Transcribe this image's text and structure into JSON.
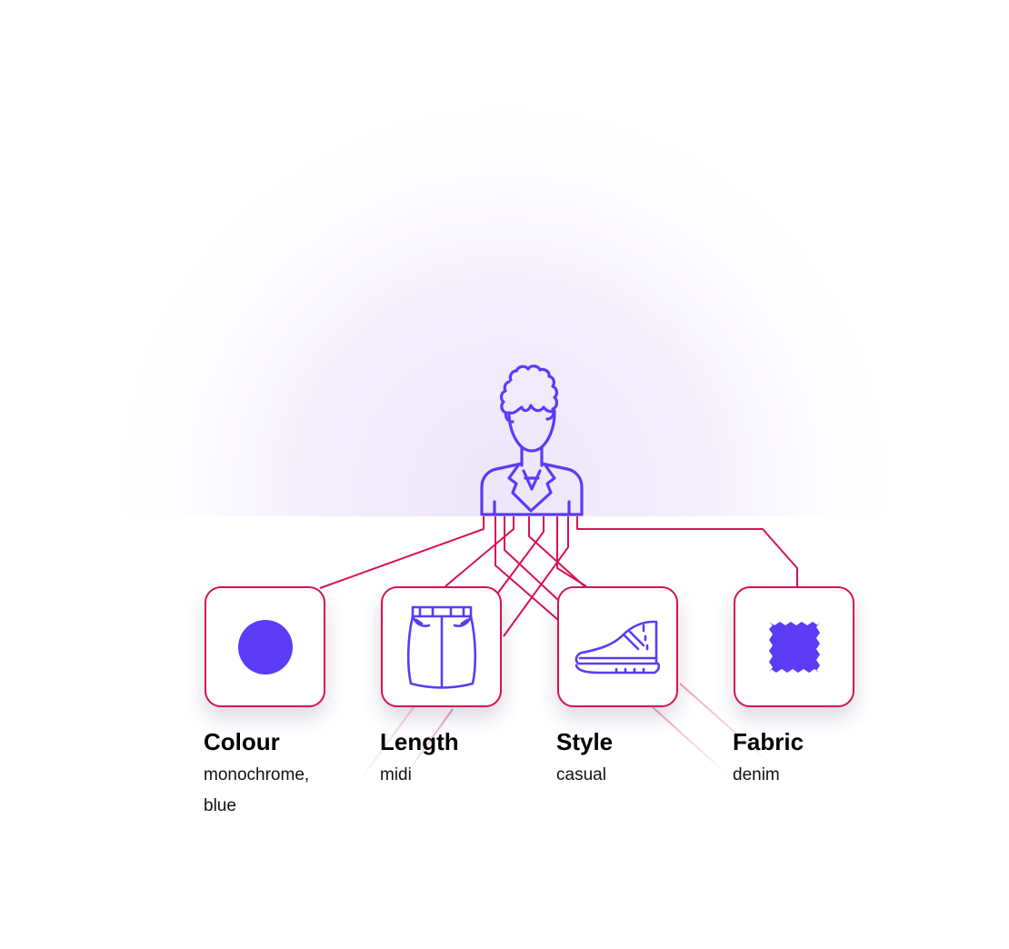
{
  "colors": {
    "accent": "#5b3bf5",
    "connector": "#d9124f",
    "glow": "#ece4fa"
  },
  "center": {
    "icon": "woman-with-curly-hair-icon"
  },
  "attributes": [
    {
      "title": "Colour",
      "value": "monochrome, blue",
      "icon": "filled-circle-icon"
    },
    {
      "title": "Length",
      "value": "midi",
      "icon": "denim-skirt-icon"
    },
    {
      "title": "Style",
      "value": "casual",
      "icon": "sneaker-icon"
    },
    {
      "title": "Fabric",
      "value": "denim",
      "icon": "fabric-swatch-icon"
    }
  ]
}
